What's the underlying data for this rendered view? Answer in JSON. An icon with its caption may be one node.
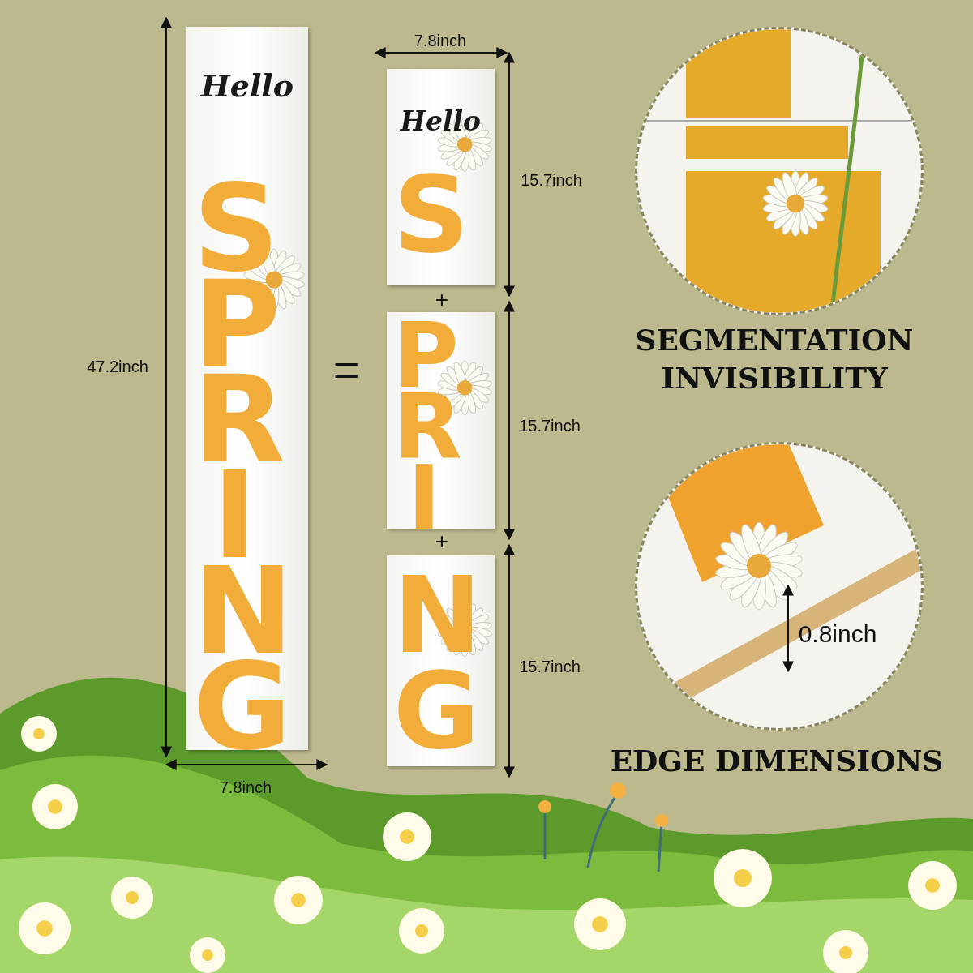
{
  "diagram": {
    "nodes": [
      {
        "text": [
          "Hello",
          "SPRING"
        ]
      },
      {
        "text": [
          "Hello",
          "S"
        ]
      },
      {
        "text": [
          "PRI"
        ]
      },
      {
        "text": [
          "NG"
        ]
      },
      {
        "text": [],
        "shape": "picture"
      },
      {
        "text": [],
        "shape": "picture"
      }
    ],
    "labels": [
      "7.8inch",
      "15.7inch",
      "47.2inch",
      "=",
      "SEGMENTATION INVISIBILITY",
      "+",
      "15.7inch",
      "+",
      "0.8inch",
      "15.7inch",
      "EDGE DIMENSIONS",
      "7.8inch"
    ]
  }
}
